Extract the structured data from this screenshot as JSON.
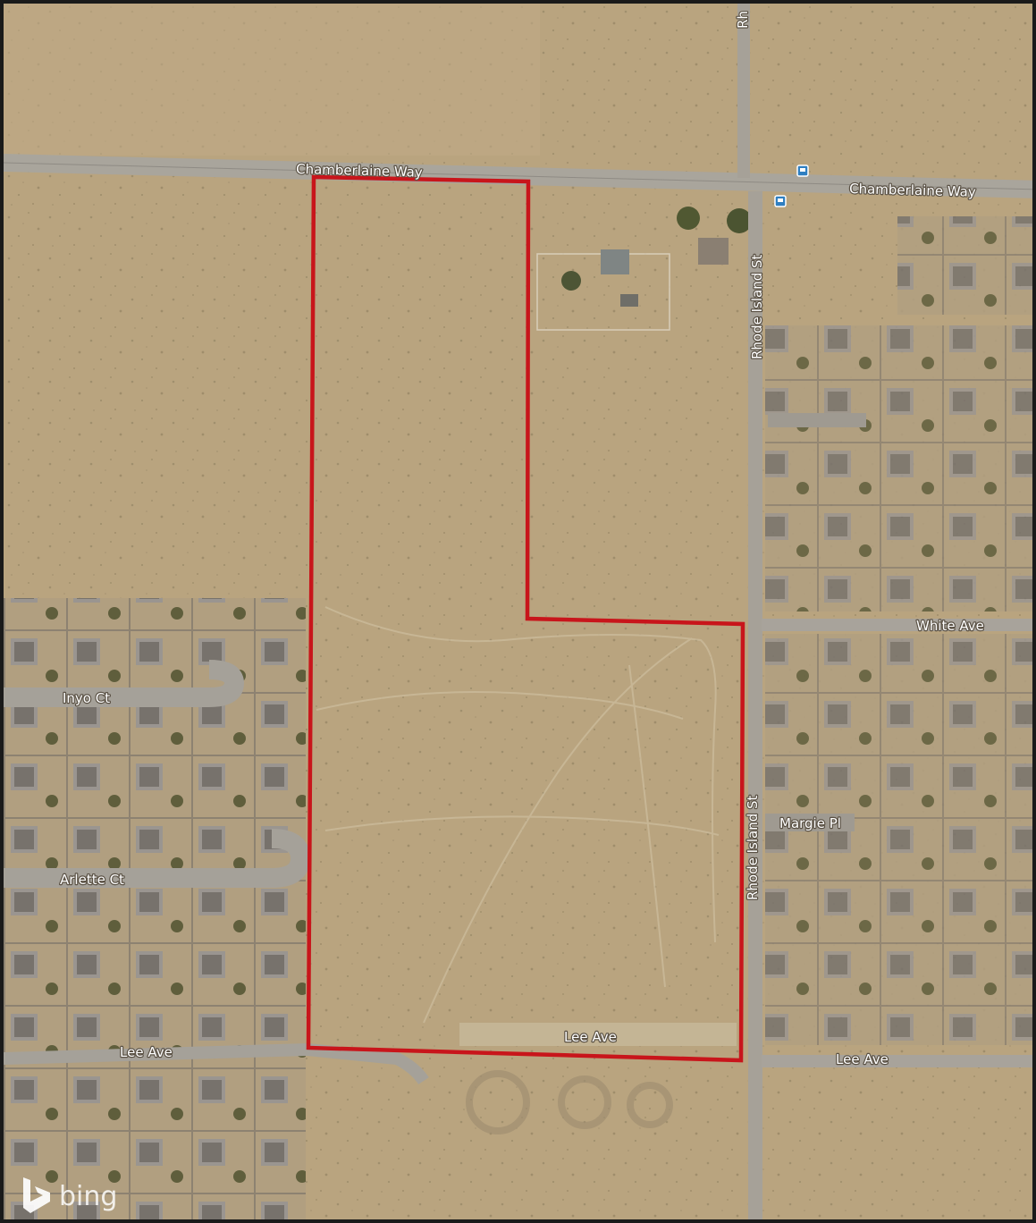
{
  "map": {
    "streets": {
      "chamberlaine_top": "Chamberlaine Way",
      "chamberlaine_right": "Chamberlaine Way",
      "rhode_island_top": "Rhode Island St",
      "rhode_island_bottom": "Rhode Island St",
      "rhode_island_cut": "Rh",
      "white_ave": "White Ave",
      "margie_pl": "Margie Pl",
      "inyo_ct": "Inyo Ct",
      "arlette_ct": "Arlette Ct",
      "lee_ave_left": "Lee Ave",
      "lee_ave_center": "Lee Ave",
      "lee_ave_right": "Lee Ave"
    },
    "parcel_outline_color": "#c8151b",
    "brand": {
      "text": "bing",
      "icon": "bing-logo-icon"
    },
    "icons": [
      "bus-stop-icon",
      "bus-stop-icon"
    ]
  }
}
